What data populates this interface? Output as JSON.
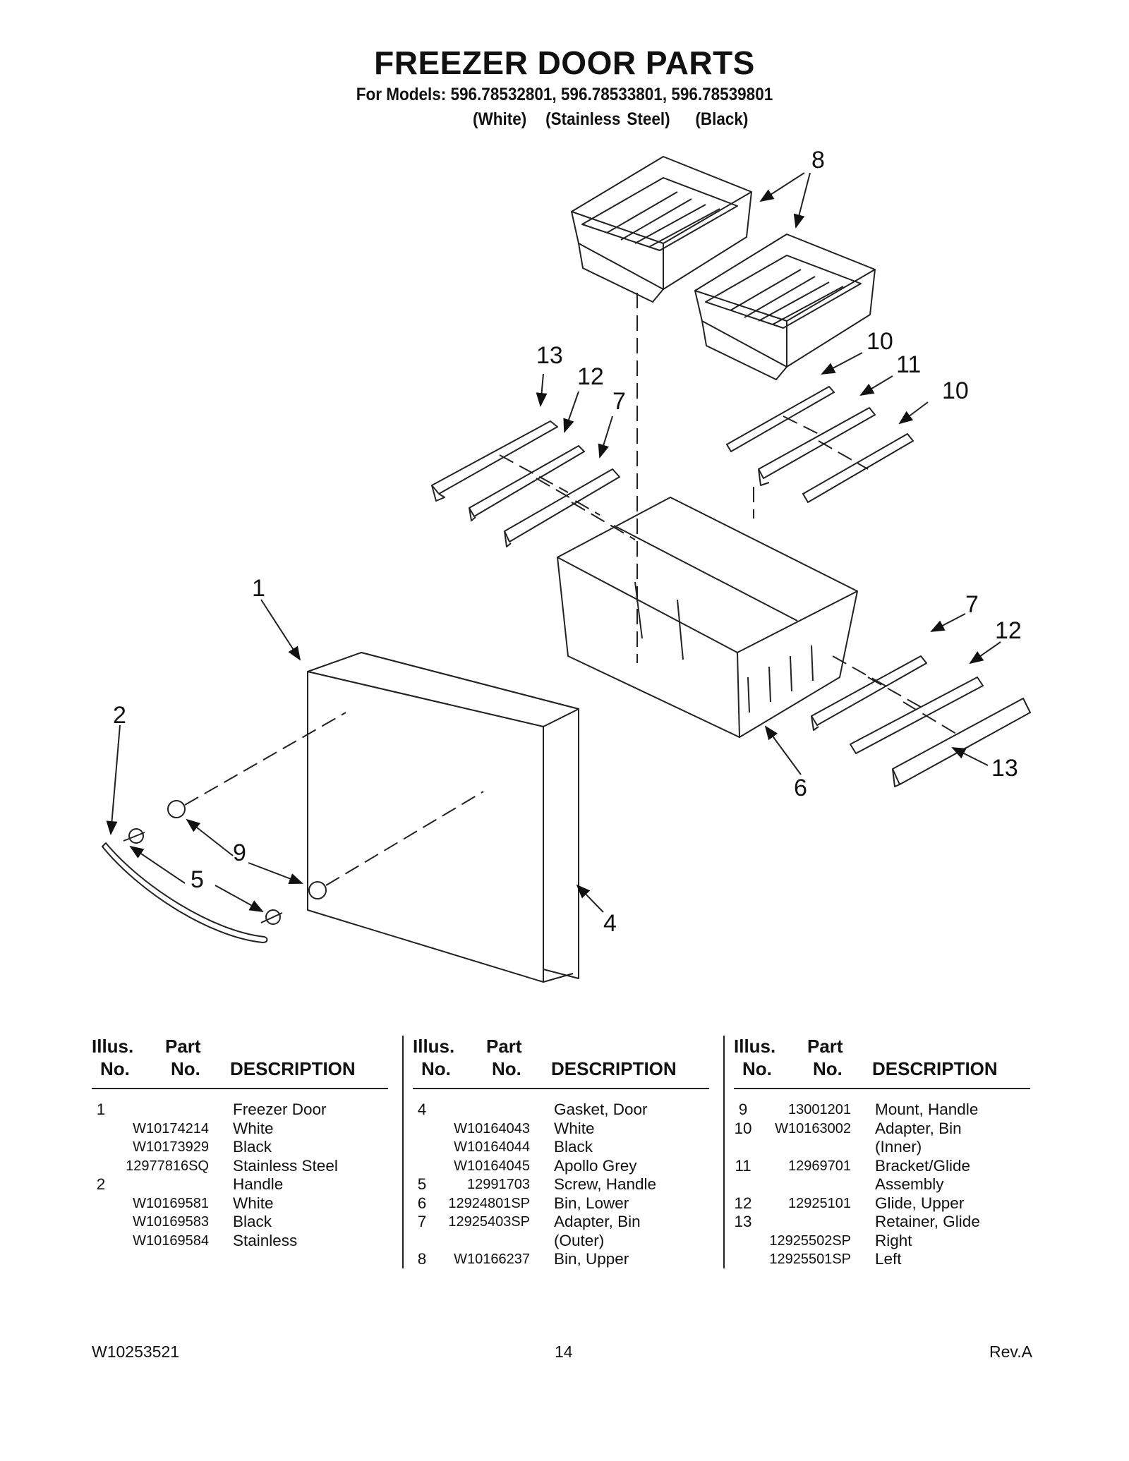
{
  "header": {
    "title": "FREEZER DOOR PARTS",
    "models": "For Models: 596.78532801, 596.78533801, 596.78539801",
    "variants": "(White)   (Stainless Steel)    (Black)"
  },
  "diagram": {
    "callouts": [
      "8",
      "13",
      "12",
      "7",
      "10",
      "11",
      "10",
      "1",
      "7",
      "12",
      "2",
      "6",
      "13",
      "9",
      "5",
      "4"
    ]
  },
  "table": {
    "headers": {
      "illus": "Illus.",
      "no": "No.",
      "part": "Part",
      "part_no": "No.",
      "description": "DESCRIPTION"
    },
    "columns": [
      {
        "rows": [
          {
            "illus": "1",
            "part": "",
            "desc": "Freezer Door"
          },
          {
            "illus": "",
            "part": "W10174214",
            "desc": "White"
          },
          {
            "illus": "",
            "part": "W10173929",
            "desc": "Black"
          },
          {
            "illus": "",
            "part": "12977816SQ",
            "desc": "Stainless Steel"
          },
          {
            "illus": "2",
            "part": "",
            "desc": "Handle"
          },
          {
            "illus": "",
            "part": "W10169581",
            "desc": "White"
          },
          {
            "illus": "",
            "part": "W10169583",
            "desc": "Black"
          },
          {
            "illus": "",
            "part": "W10169584",
            "desc": "Stainless"
          }
        ]
      },
      {
        "rows": [
          {
            "illus": "4",
            "part": "",
            "desc": "Gasket, Door"
          },
          {
            "illus": "",
            "part": "W10164043",
            "desc": "White"
          },
          {
            "illus": "",
            "part": "W10164044",
            "desc": "Black"
          },
          {
            "illus": "",
            "part": "W10164045",
            "desc": "Apollo Grey"
          },
          {
            "illus": "5",
            "part": "12991703",
            "desc": "Screw, Handle"
          },
          {
            "illus": "6",
            "part": "12924801SP",
            "desc": "Bin, Lower"
          },
          {
            "illus": "7",
            "part": "12925403SP",
            "desc": "Adapter, Bin"
          },
          {
            "illus": "",
            "part": "",
            "desc": "(Outer)"
          },
          {
            "illus": "8",
            "part": "W10166237",
            "desc": "Bin, Upper"
          }
        ]
      },
      {
        "rows": [
          {
            "illus": "9",
            "part": "13001201",
            "desc": "Mount, Handle"
          },
          {
            "illus": "10",
            "part": "W10163002",
            "desc": "Adapter, Bin"
          },
          {
            "illus": "",
            "part": "",
            "desc": "(Inner)"
          },
          {
            "illus": "11",
            "part": "12969701",
            "desc": "Bracket/Glide"
          },
          {
            "illus": "",
            "part": "",
            "desc": "Assembly"
          },
          {
            "illus": "12",
            "part": "12925101",
            "desc": "Glide, Upper"
          },
          {
            "illus": "13",
            "part": "",
            "desc": "Retainer, Glide"
          },
          {
            "illus": "",
            "part": "12925502SP",
            "desc": "Right"
          },
          {
            "illus": "",
            "part": "12925501SP",
            "desc": "Left"
          }
        ]
      }
    ]
  },
  "footer": {
    "doc_number": "W10253521",
    "page_number": "14",
    "revision": "Rev.A"
  }
}
